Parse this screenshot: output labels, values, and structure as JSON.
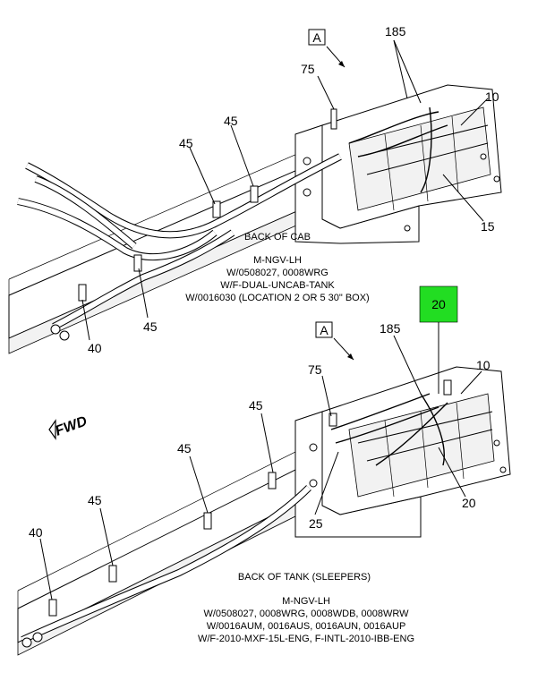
{
  "top_view": {
    "section_marker": "A",
    "callouts": {
      "c185": "185",
      "c75": "75",
      "c10": "10",
      "c45a": "45",
      "c45b": "45",
      "c45c": "45",
      "c15": "15",
      "c40": "40"
    },
    "caption": [
      "BACK OF CAB",
      "M-NGV-LH",
      "W/0508027, 0008WRG",
      "W/F-DUAL-UNCAB-TANK",
      "W/0016030 (LOCATION 2 OR 5 30\" BOX)"
    ]
  },
  "bottom_view": {
    "section_marker": "A",
    "highlight_callout": "20",
    "callouts": {
      "c185": "185",
      "c75": "75",
      "c10": "10",
      "c45a": "45",
      "c45b": "45",
      "c45c": "45",
      "c40": "40",
      "c25": "25",
      "c20": "20"
    },
    "caption": [
      "BACK OF TANK (SLEEPERS)",
      "M-NGV-LH",
      "W/0508027, 0008WRG, 0008WDB, 0008WRW",
      "W/0016AUM, 0016AUS, 0016AUN, 0016AUP",
      "W/F-2010-MXF-15L-ENG, F-INTL-2010-IBB-ENG"
    ]
  },
  "fwd_label": "FWD",
  "colors": {
    "highlight": "#22dd22",
    "ink": "#000000",
    "paper": "#ffffff"
  }
}
